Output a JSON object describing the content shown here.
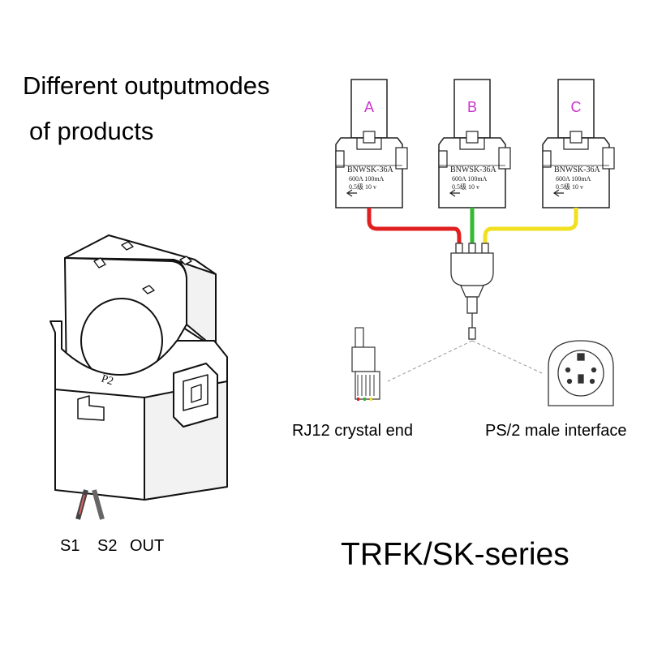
{
  "headline": {
    "line1": "Different outputmodes",
    "line2": "of products"
  },
  "sensors": [
    {
      "letter": "A",
      "model": "BNWSK-36A",
      "spec1": "600A 100mA",
      "spec2": "0.5级 10 v"
    },
    {
      "letter": "B",
      "model": "BNWSK-36A",
      "spec1": "600A 100mA",
      "spec2": "0.5级 10 v"
    },
    {
      "letter": "C",
      "model": "BNWSK-36A",
      "spec1": "600A 100mA",
      "spec2": "0.5级 10 v"
    }
  ],
  "wire_colors": {
    "a": "#e02020",
    "b": "#36b836",
    "c": "#f0e020"
  },
  "letter_color": "#cc33cc",
  "ct_marking": "P2",
  "connectors": {
    "rj12_label": "RJ12 crystal end",
    "ps2_label": "PS/2 male interface"
  },
  "leads": {
    "s1": "S1",
    "s2": "S2",
    "out": "OUT"
  },
  "series_title": "TRFK/SK-series"
}
